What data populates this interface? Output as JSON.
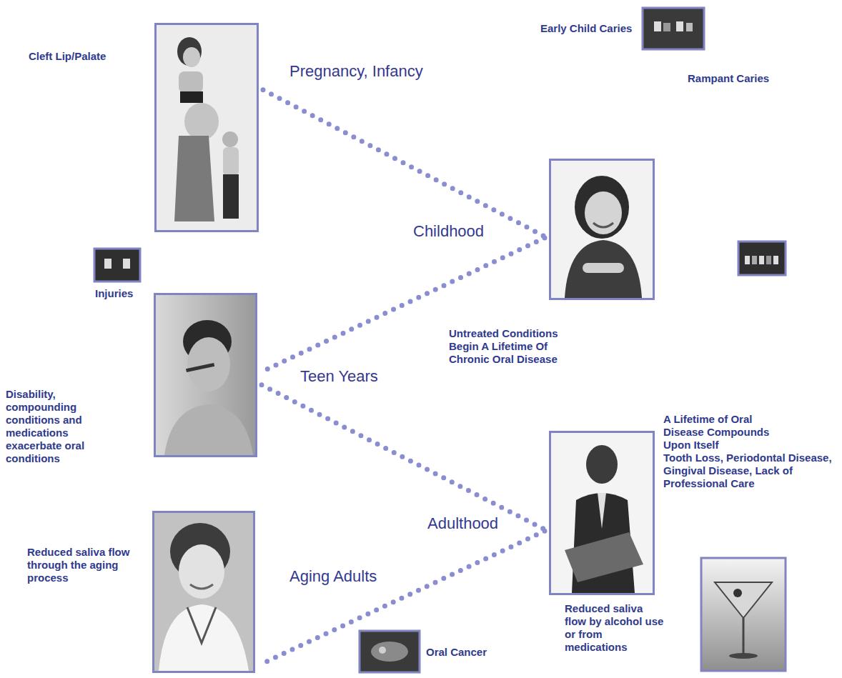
{
  "diagram": {
    "nodes": [
      {
        "text": [
          "Pregnancy, Infancy"
        ]
      },
      {
        "text": [
          "Childhood"
        ]
      },
      {
        "text": [
          "Teen Years"
        ]
      },
      {
        "text": [
          "Adulthood"
        ]
      },
      {
        "text": [
          "Aging Adults"
        ]
      }
    ],
    "edges": [
      {
        "from": 0,
        "to": 1,
        "arrow": "none"
      },
      {
        "from": 1,
        "to": 2,
        "arrow": "none"
      },
      {
        "from": 2,
        "to": 3,
        "arrow": "none"
      },
      {
        "from": 3,
        "to": 4,
        "arrow": "none"
      }
    ],
    "labels": [
      "Cleft Lip/Palate",
      "Early Child Caries",
      "Rampant Caries",
      "Injuries",
      "Disability, compounding conditions and medications exacerbate oral conditions",
      "Untreated Conditions Begin A Lifetime Of Chronic Oral Disease",
      "A Lifetime of Oral Disease Compounds Upon Itself",
      "Tooth Loss, Periodontal Disease, Gingival Disease, Lack of Professional Care",
      "Reduced saliva flow through the aging process",
      "Oral Cancer",
      "Reduced saliva flow by alcohol use or from medications"
    ]
  }
}
